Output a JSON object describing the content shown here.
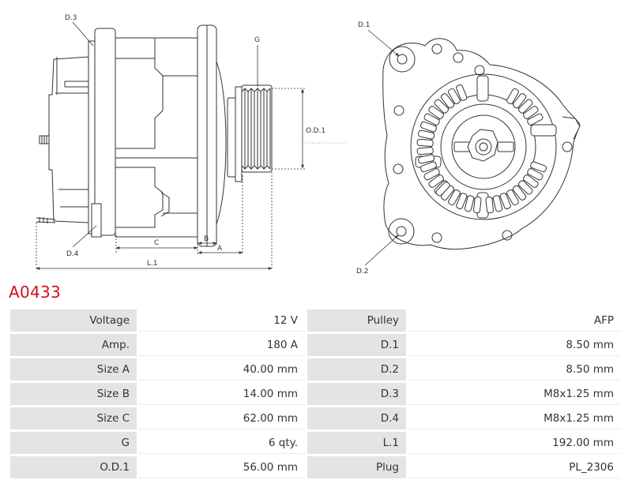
{
  "diagram": {
    "labels": {
      "d3": "D.3",
      "g": "G",
      "od1": "O.D.1",
      "d4": "D.4",
      "c": "C",
      "b": "B",
      "a": "A",
      "l1": "L.1",
      "d1": "D.1",
      "d2": "D.2"
    }
  },
  "part_number": "A0433",
  "specs": [
    {
      "label": "Voltage",
      "value": "12 V",
      "label2": "Pulley",
      "value2": "AFP"
    },
    {
      "label": "Amp.",
      "value": "180 A",
      "label2": "D.1",
      "value2": "8.50 mm"
    },
    {
      "label": "Size A",
      "value": "40.00 mm",
      "label2": "D.2",
      "value2": "8.50 mm"
    },
    {
      "label": "Size B",
      "value": "14.00 mm",
      "label2": "D.3",
      "value2": "M8x1.25 mm"
    },
    {
      "label": "Size C",
      "value": "62.00 mm",
      "label2": "D.4",
      "value2": "M8x1.25 mm"
    },
    {
      "label": "G",
      "value": "6 qty.",
      "label2": "L.1",
      "value2": "192.00 mm"
    },
    {
      "label": "O.D.1",
      "value": "56.00 mm",
      "label2": "Plug",
      "value2": "PL_2306"
    }
  ]
}
